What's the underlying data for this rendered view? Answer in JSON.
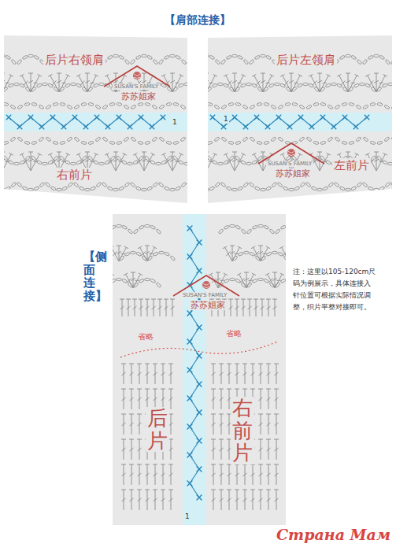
{
  "diagram": {
    "title": "【肩部连接】",
    "nodes": [
      {
        "text": [
          "后片右领肩",
          "右前片"
        ]
      },
      {
        "text": [
          "后片左领肩",
          "左前片"
        ]
      },
      {
        "text": [
          "省略",
          "省略",
          "后片",
          "右前片"
        ]
      }
    ],
    "labels": [
      "SUSAN'S FAMILY",
      "苏苏姐家",
      "1",
      "1",
      "SUSAN'S FAMILY",
      "苏苏姐家",
      "【侧面连接】",
      "注：这里以105-120cm尺码为例展示，具体连接入针位置可根据实际情况调整，织片平整对接即可。",
      "SUSAN'S FAMILY",
      "苏苏姐家",
      "1",
      "Страна Мам"
    ]
  }
}
